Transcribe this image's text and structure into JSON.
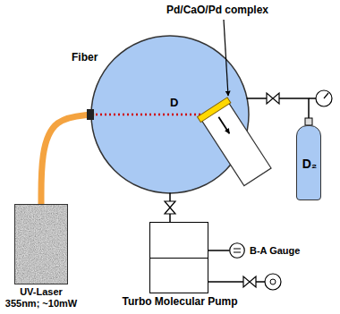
{
  "diagram": {
    "nodes": [
      {
        "text": [
          "D"
        ]
      },
      {
        "text": [
          "D₂"
        ]
      },
      {
        "text": [
          "UV-Laser",
          "355nm; ~10mW"
        ]
      },
      {
        "text": [
          "Turbo Molecular Pump"
        ]
      },
      {
        "text": [
          "B-A Gauge"
        ]
      }
    ],
    "edges": [
      {
        "from": 2,
        "to": 0,
        "arrow": "none",
        "label": "Fiber"
      },
      {
        "from": 0,
        "to": 1,
        "arrow": "none"
      },
      {
        "from": 0,
        "to": 3,
        "arrow": "none"
      },
      {
        "from": 3,
        "to": 4,
        "arrow": "none"
      }
    ],
    "labels": [
      "Pd/CaO/Pd complex"
    ]
  }
}
